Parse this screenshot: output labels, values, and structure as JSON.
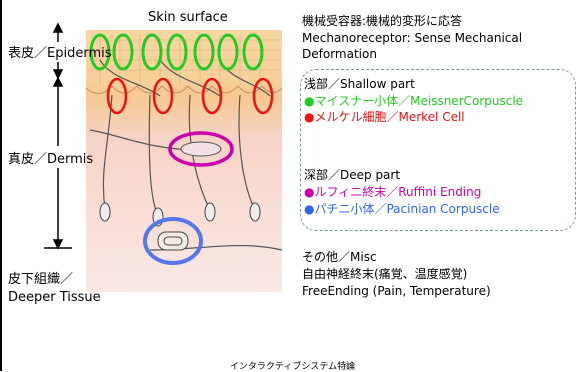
{
  "diagram": {
    "surface_label": "Skin surface",
    "layers": {
      "epidermis": "表皮／Epidermis",
      "dermis": "真皮／Dermis",
      "subcutaneous_line1": "皮下組織／",
      "subcutaneous_line2": "Deeper Tissue"
    }
  },
  "header": {
    "title_ja": "機械受容器:機械的変形に応答",
    "title_en_line1": "Mechanoreceptor:  Sense Mechanical",
    "title_en_line2": "Deformation"
  },
  "shallow": {
    "heading": "浅部／Shallow part",
    "items": [
      {
        "bullet": "●",
        "text": "マイスナー小体／MeissnerCorpuscle",
        "color": "#22cc22"
      },
      {
        "bullet": "●",
        "text": "メルケル細胞／Merkel Cell",
        "color": "#ee1111"
      }
    ]
  },
  "deep": {
    "heading": "深部／Deep part",
    "items": [
      {
        "bullet": "●",
        "text": "ルフィニ終末／Ruffini Ending",
        "color": "#cc00aa"
      },
      {
        "bullet": "●",
        "text": "パチニ小体／Pacinian Corpuscle",
        "color": "#3366ee"
      }
    ]
  },
  "misc": {
    "heading": "その他／Misc",
    "line1": "自由神経終末(痛覚、温度感覚)",
    "line2": "FreeEnding (Pain, Temperature)"
  },
  "footer": {
    "text": "インタラクティブシステム特論"
  },
  "colors": {
    "epidermis": "#f7d8a8",
    "dermis": "#f8dcd6",
    "deeper": "#fbe9e6",
    "meissner": "#22cc22",
    "merkel": "#ee1111",
    "ruffini": "#cc00aa",
    "pacinian": "#5577ee"
  }
}
